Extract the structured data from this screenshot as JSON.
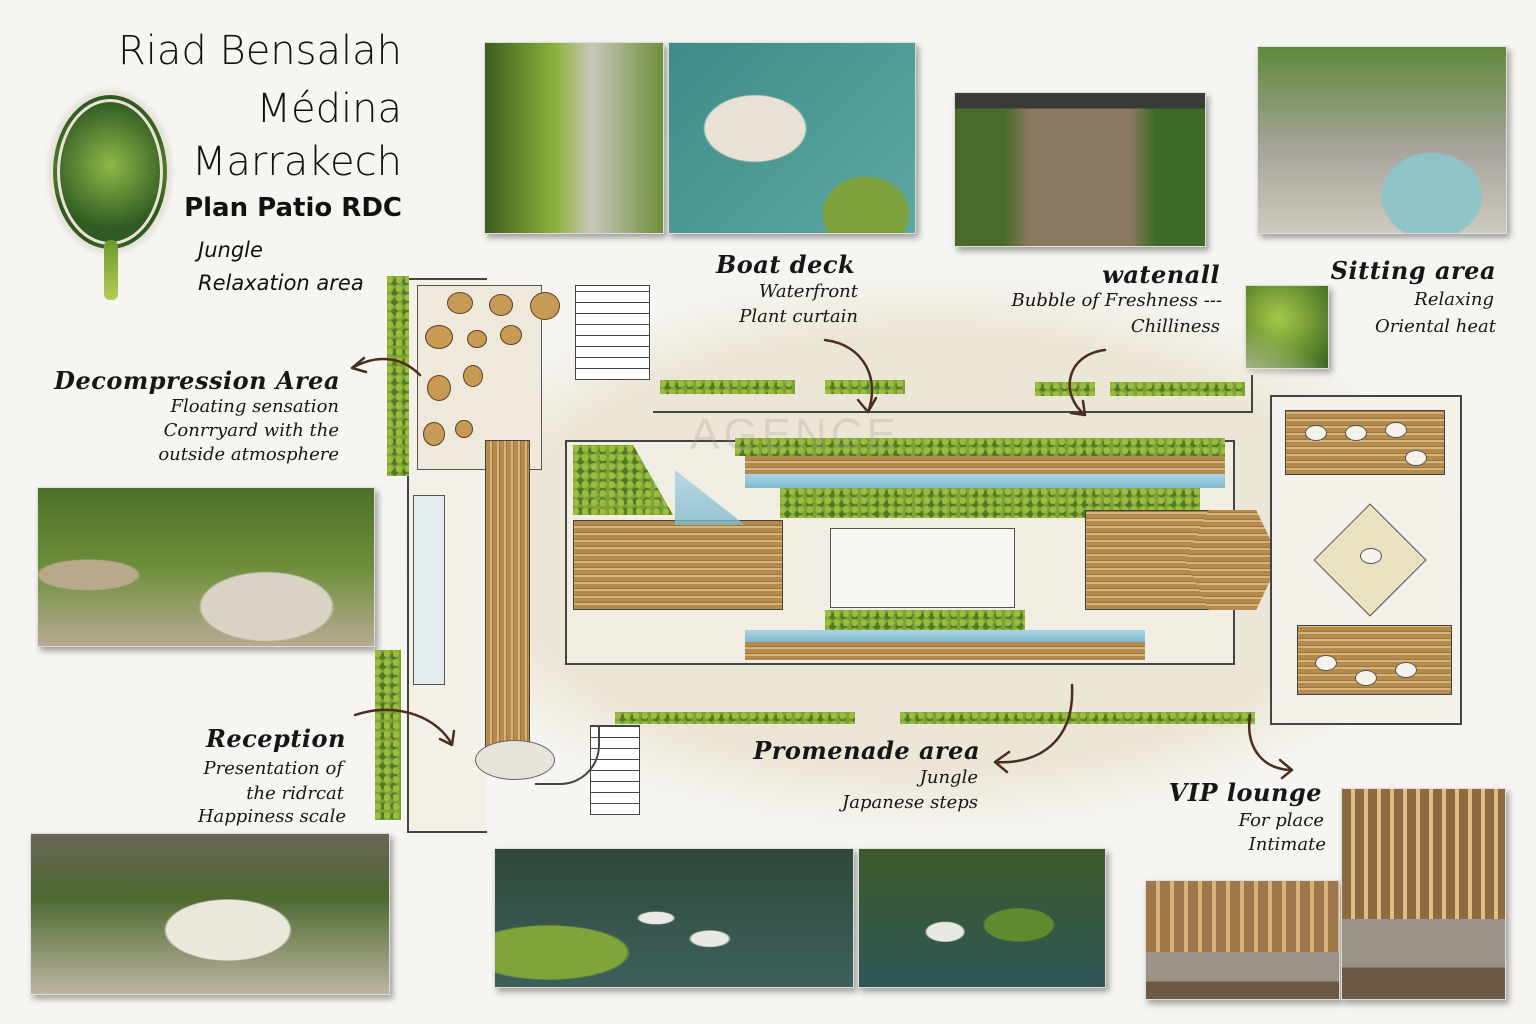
{
  "header": {
    "title_line1": "Riad Bensalah",
    "title_line2": "Médina",
    "title_line3": "Marrakech",
    "subtitle": "Plan Patio RDC",
    "tag1": "Jungle",
    "tag2": "Relaxation area"
  },
  "watermark": {
    "text": "AGENCE"
  },
  "labels": {
    "boat_deck": {
      "title": "Boat deck",
      "line1": "Waterfront",
      "line2": "Plant curtain"
    },
    "waterwall": {
      "title": "watenall",
      "line1": "Bubble of Freshness ---",
      "line2": "Chilliness"
    },
    "sitting": {
      "title": "Sitting area",
      "line1": "Relaxing",
      "line2": "Oriental heat"
    },
    "decompression": {
      "title": "Decompression Area",
      "line1": "Floating sensation",
      "line2": "Conrryard with the",
      "line3": "outside atmosphere"
    },
    "reception": {
      "title": "Reception",
      "line1": "Presentation of",
      "line2": "the ridrcat",
      "line3": "Happiness scale"
    },
    "promenade": {
      "title": "Promenade area",
      "line1": "Jungle",
      "line2": "Japanese steps"
    },
    "vip": {
      "title": "VIP lounge",
      "line1": "For place",
      "line2": "Intimate"
    }
  },
  "colors": {
    "paper": "#f6f5f2",
    "wood": "#b48a4d",
    "water": "#8cc3d6",
    "hedge": "#7da237",
    "ink": "#4a2e1e"
  }
}
